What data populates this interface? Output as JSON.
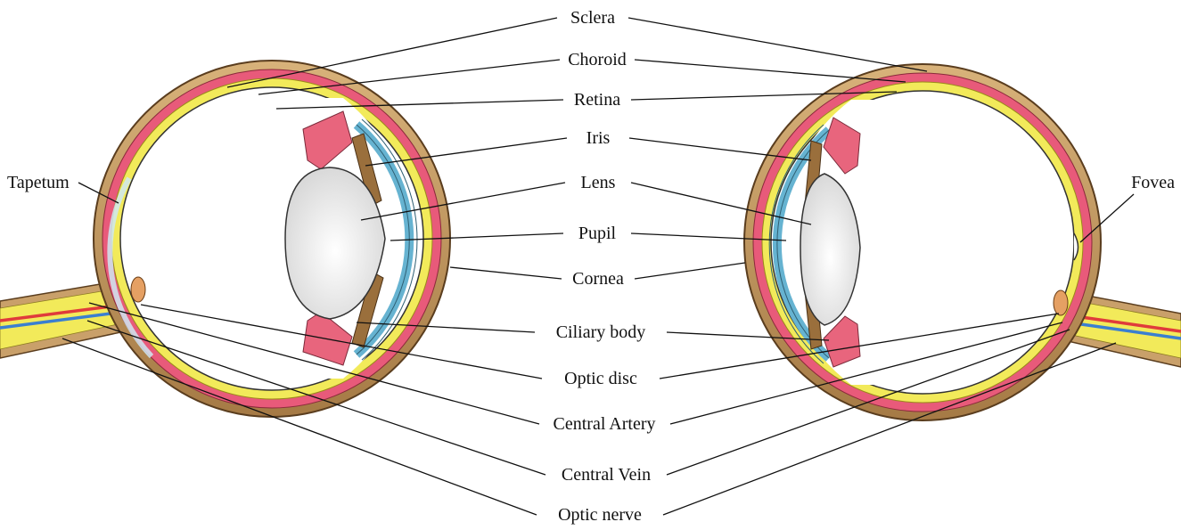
{
  "labels": {
    "sclera": "Sclera",
    "choroid": "Choroid",
    "retina": "Retina",
    "iris": "Iris",
    "lens": "Lens",
    "pupil": "Pupil",
    "cornea": "Cornea",
    "ciliary_body": "Ciliary body",
    "optic_disc": "Optic disc",
    "central_artery": "Central Artery",
    "central_vein": "Central Vein",
    "optic_nerve": "Optic nerve",
    "tapetum": "Tapetum",
    "fovea": "Fovea"
  },
  "colors": {
    "sclera": "#c9a06a",
    "choroid": "#e85a7a",
    "retina": "#f2ea5a",
    "tapetum": "#cfe8f2",
    "cornea": "#66b3d1",
    "iris": "#e8657d",
    "ciliary_body": "#9a6f3c",
    "lens": "#eeeeee",
    "artery": "#e03b3b",
    "vein": "#3b7fd0"
  }
}
